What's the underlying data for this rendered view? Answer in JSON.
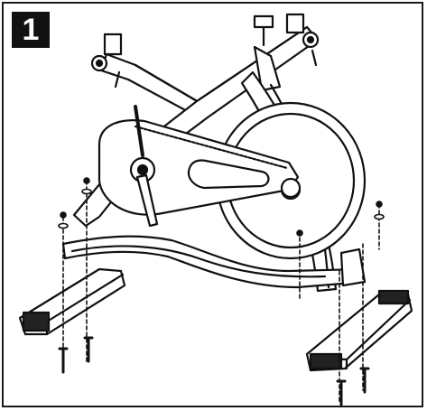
{
  "step": {
    "number": "1"
  },
  "colors": {
    "ink": "#111111",
    "paper": "#ffffff",
    "badge": "#111111"
  },
  "illustration": {
    "subject": "exercise-bike-frame-assembly",
    "parts": [
      "main-frame",
      "flywheel",
      "chain-guard",
      "crank",
      "front-stabilizer",
      "rear-stabilizer",
      "bolt",
      "washer"
    ]
  }
}
